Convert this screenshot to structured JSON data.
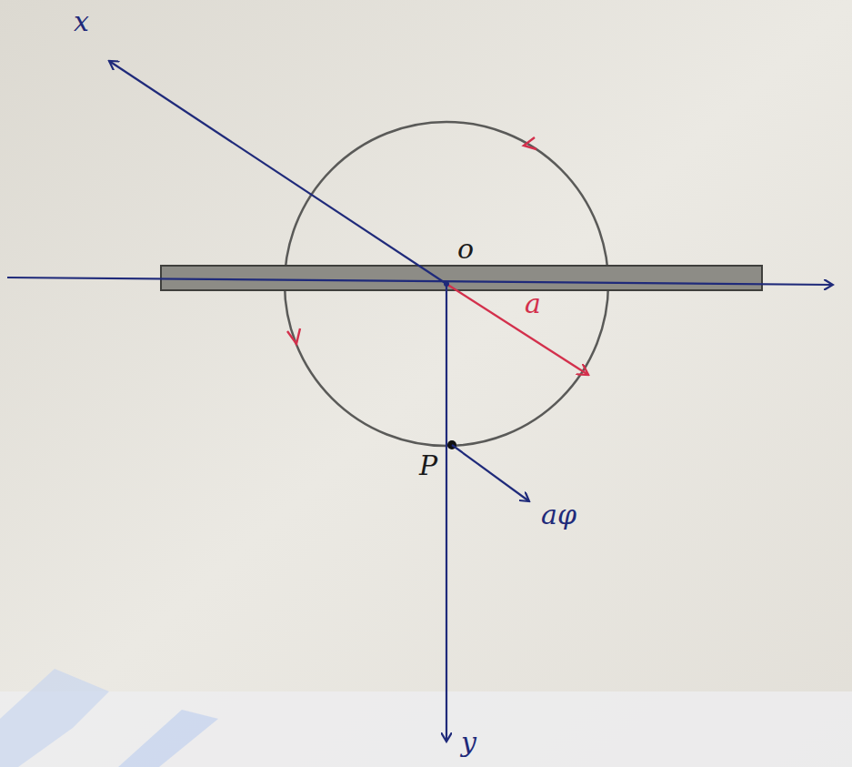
{
  "diagram": {
    "labels": [
      "x",
      "o",
      "a",
      "P",
      "aφ",
      "y"
    ]
  }
}
